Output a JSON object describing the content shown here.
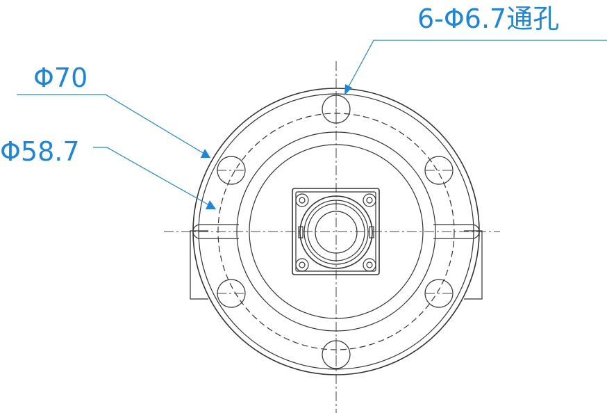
{
  "dimensions": {
    "holes_label": "6-Φ6.7通孔",
    "outer_label": "Φ70",
    "pcd_label": "Φ58.7"
  },
  "colors": {
    "dimension": "#1f86d6",
    "part": "#333333",
    "background": "#ffffff"
  }
}
